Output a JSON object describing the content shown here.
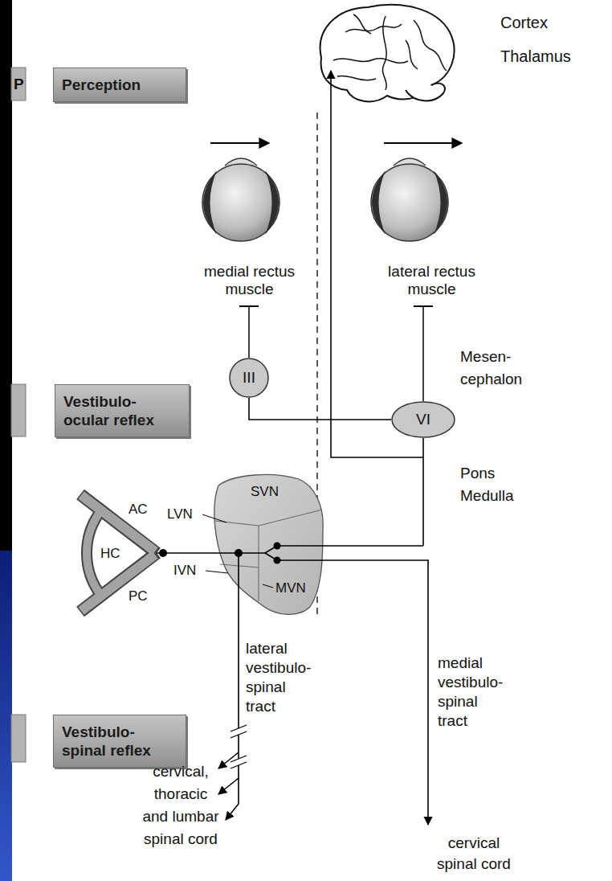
{
  "diagram": {
    "nodes": [
      {
        "text": [
          "Perception"
        ]
      },
      {
        "text": [
          "III"
        ]
      },
      {
        "text": [
          "Vestibulo- ocular reflex"
        ]
      },
      {
        "text": [
          "VI"
        ]
      },
      {
        "text": [
          "Vestibulo- spinal reflex"
        ]
      }
    ],
    "edges": [
      {
        "from": 3,
        "to": 1,
        "arrow": "none"
      }
    ],
    "labels": [
      "Cortex",
      "Thalamus",
      "P",
      "medial rectus muscle",
      "lateral rectus muscle",
      "Mesen- cephalon",
      "Pons Medulla",
      "SVN",
      "LVN",
      "AC",
      "HC",
      "IVN",
      "PC",
      "MVN",
      "lateral vestibulo- spinal tract",
      "medial vestibulo- spinal tract",
      "cervical, thoracic and lumbar spinal cord",
      "cervical spinal cord"
    ]
  }
}
